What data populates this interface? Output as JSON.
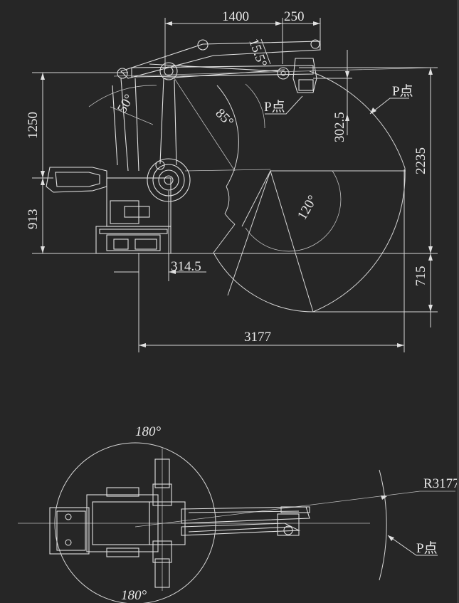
{
  "side_view": {
    "dims": {
      "upper_arm": "1400",
      "forearm": "250",
      "tilt_angle": "15.5°",
      "height_upper": "1250",
      "height_lower": "913",
      "angle_50": "50°",
      "angle_85": "85°",
      "angle_120": "120°",
      "offset_p": "302.5",
      "reach_height": "2235",
      "base_offset": "314.5",
      "below_base": "715",
      "reach_horizontal": "3177"
    },
    "p_point_label": "P点",
    "p_point_label_right": "P点"
  },
  "top_view": {
    "angle_top": "180°",
    "angle_bottom": "180°",
    "radius": "R3177",
    "p_point_label": "P点"
  },
  "colors": {
    "background": "#262626",
    "lines": "#d6d6d6"
  }
}
